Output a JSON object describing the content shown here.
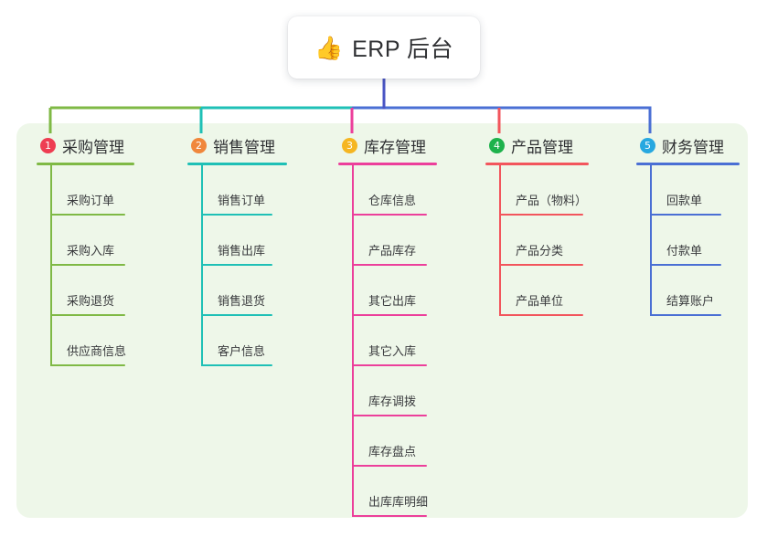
{
  "diagram": {
    "type": "mind-map",
    "root": {
      "icon": "thumbs-up-emoji",
      "emoji": "👍",
      "title": "ERP 后台"
    },
    "panel_color": "#eef7e9",
    "root_connector_color": "#4a55c4",
    "branches": [
      {
        "index": "1",
        "label": "采购管理",
        "badge_color": "#ee3d52",
        "line_color": "#7fb945",
        "children": [
          "采购订单",
          "采购入库",
          "采购退货",
          "供应商信息"
        ]
      },
      {
        "index": "2",
        "label": "销售管理",
        "badge_color": "#f0873c",
        "line_color": "#1fc0b6",
        "children": [
          "销售订单",
          "销售出库",
          "销售退货",
          "客户信息"
        ]
      },
      {
        "index": "3",
        "label": "库存管理",
        "badge_color": "#f5b622",
        "line_color": "#ec3f9b",
        "children": [
          "仓库信息",
          "产品库存",
          "其它出库",
          "其它入库",
          "库存调拨",
          "库存盘点",
          "出库库明细"
        ]
      },
      {
        "index": "4",
        "label": "产品管理",
        "badge_color": "#1eb24c",
        "line_color": "#f2555c",
        "children": [
          "产品（物料）",
          "产品分类",
          "产品单位"
        ]
      },
      {
        "index": "5",
        "label": "财务管理",
        "badge_color": "#27a8e0",
        "line_color": "#4a6fd4",
        "children": [
          "回款单",
          "付款单",
          "结算账户"
        ]
      }
    ]
  }
}
